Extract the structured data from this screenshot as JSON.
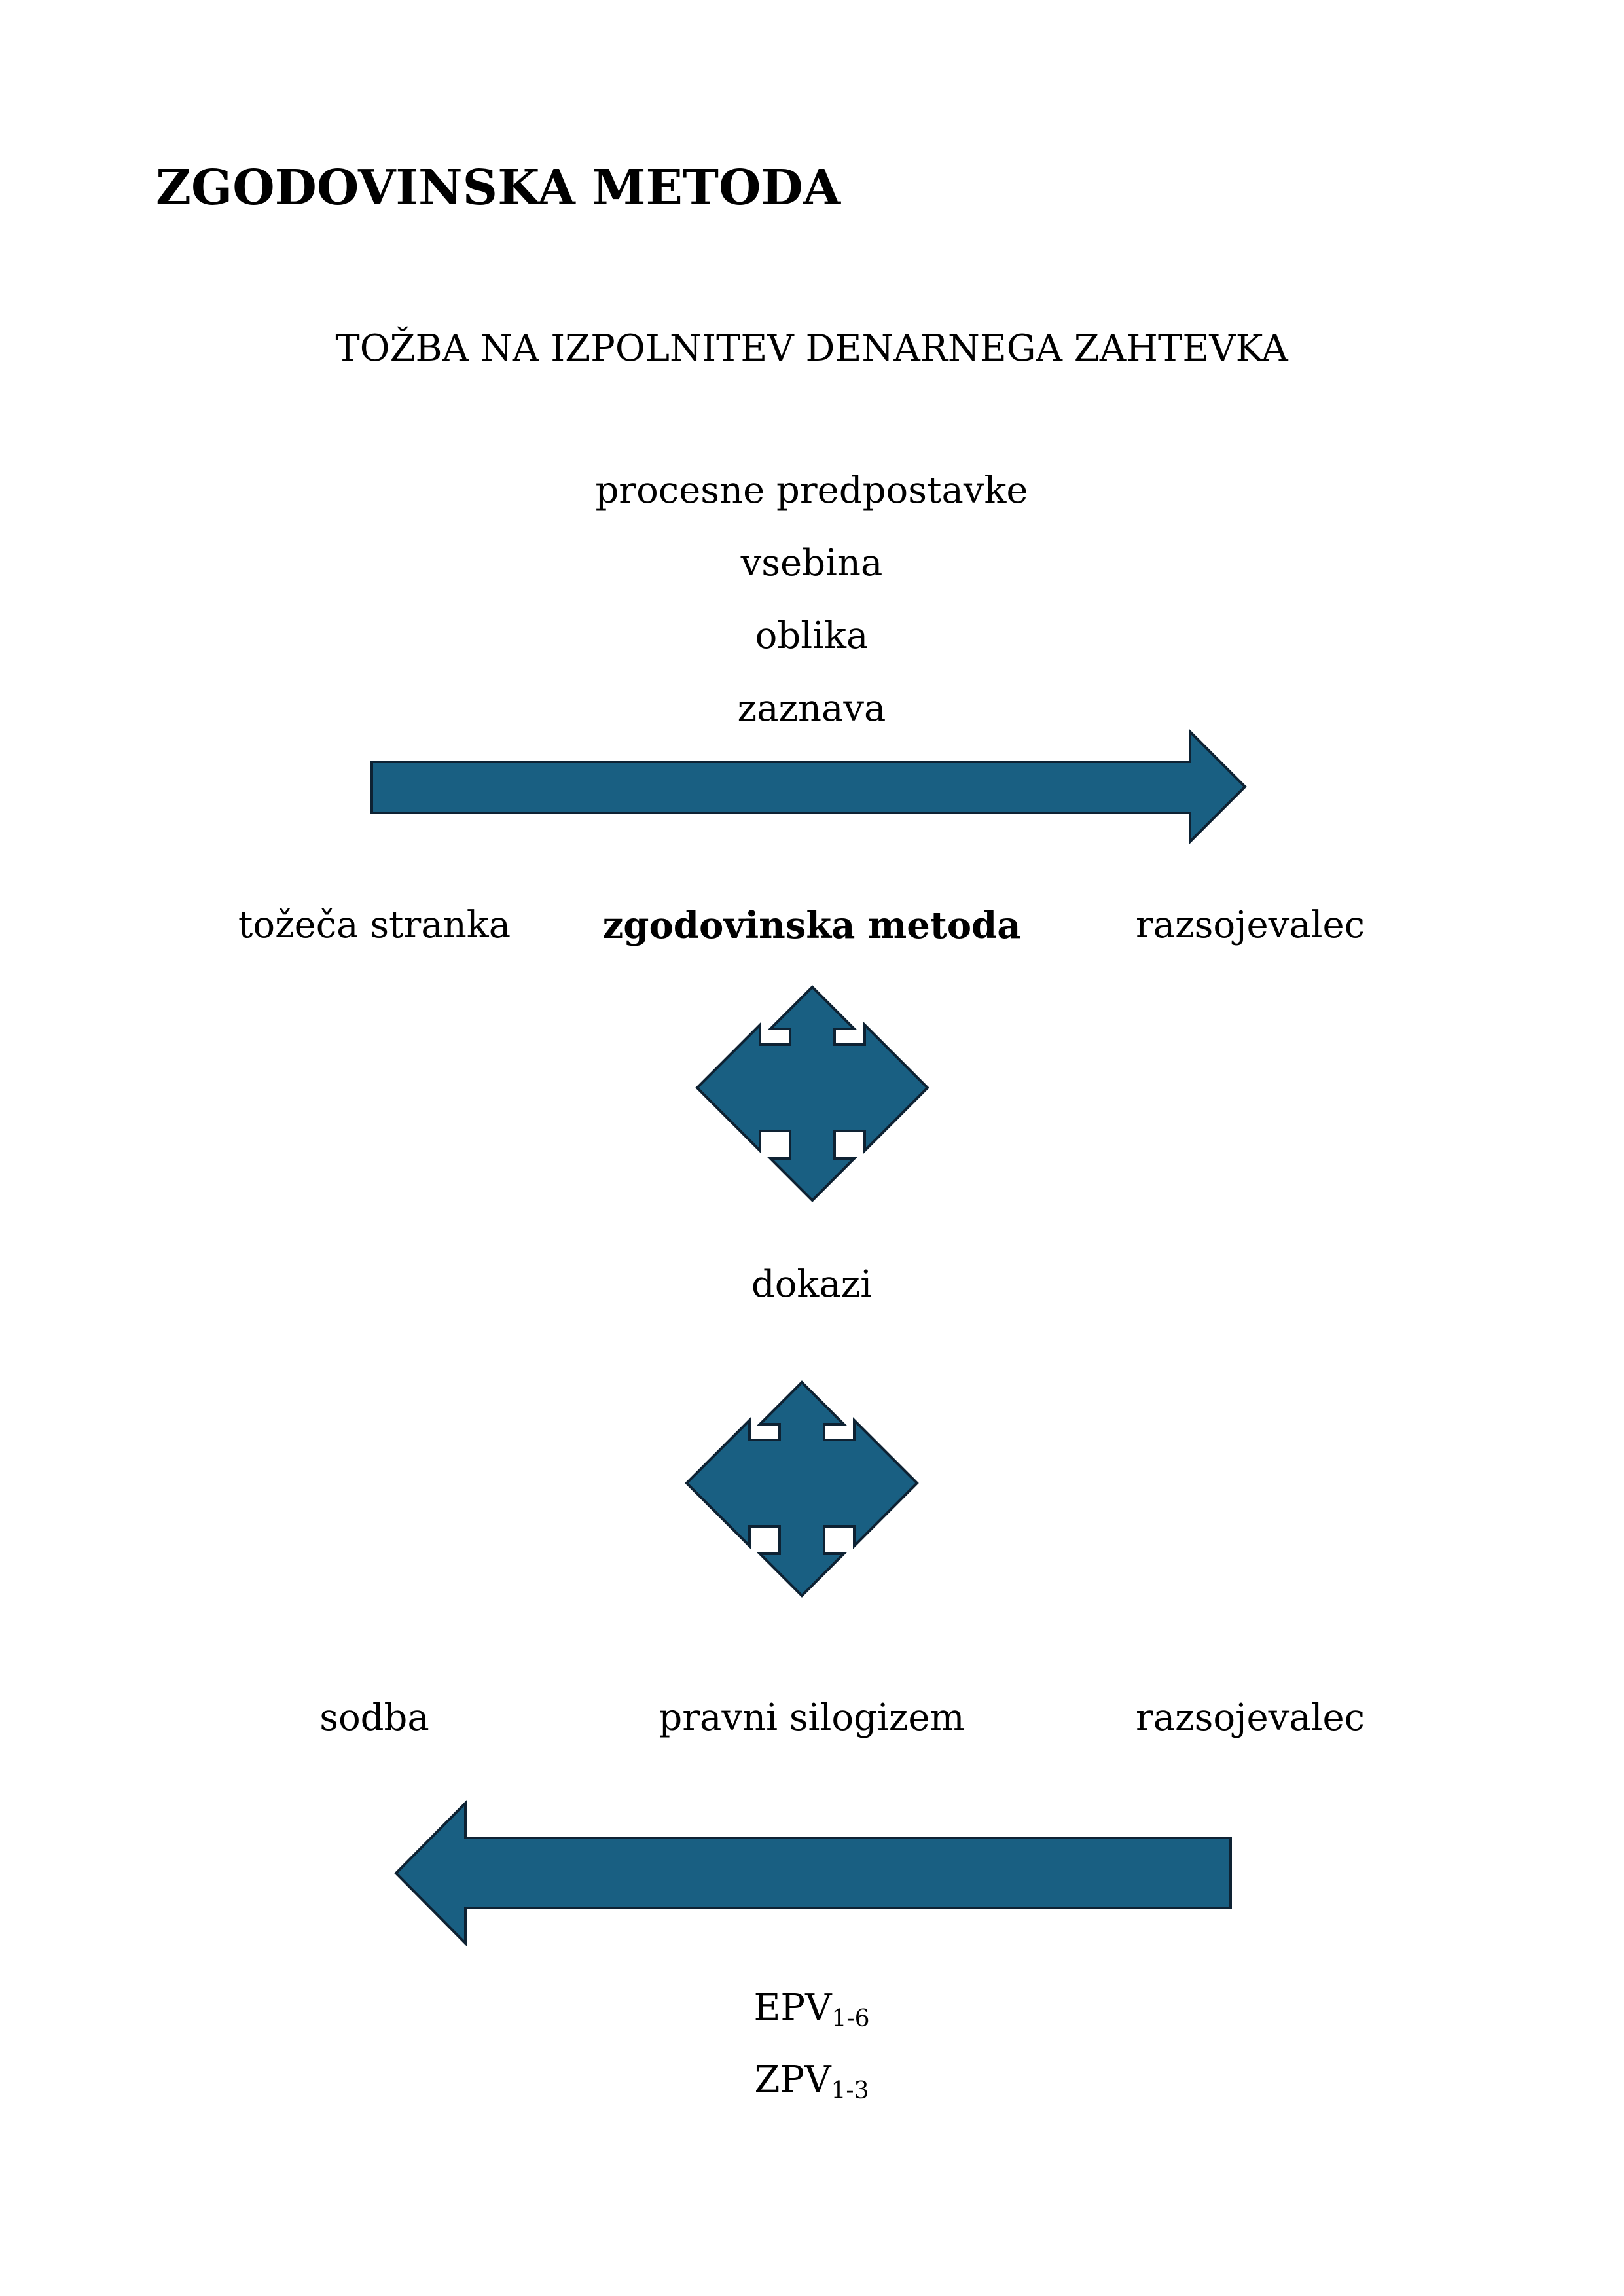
{
  "page_title": "ZGODOVINSKA METODA",
  "subtitle": "TOŽBA NA IZPOLNITEV DENARNEGA ZAHTEVKA",
  "top_items": [
    "procesne predpostavke",
    "vsebina",
    "oblika",
    "zaznava"
  ],
  "row1": {
    "left": "tožeča stranka",
    "center": "zgodovinska metoda",
    "right": "razsojevalec"
  },
  "middle_label": "dokazi",
  "row2": {
    "left": "sodba",
    "center": "pravni silogizem",
    "right": "razsojevalec"
  },
  "bottom_items": [
    {
      "main": "EPV",
      "sub": "1-6"
    },
    {
      "main": "ZPV",
      "sub": "1-3"
    }
  ],
  "colors": {
    "arrow_fill": "#195f82",
    "arrow_stroke": "#0e2233"
  }
}
